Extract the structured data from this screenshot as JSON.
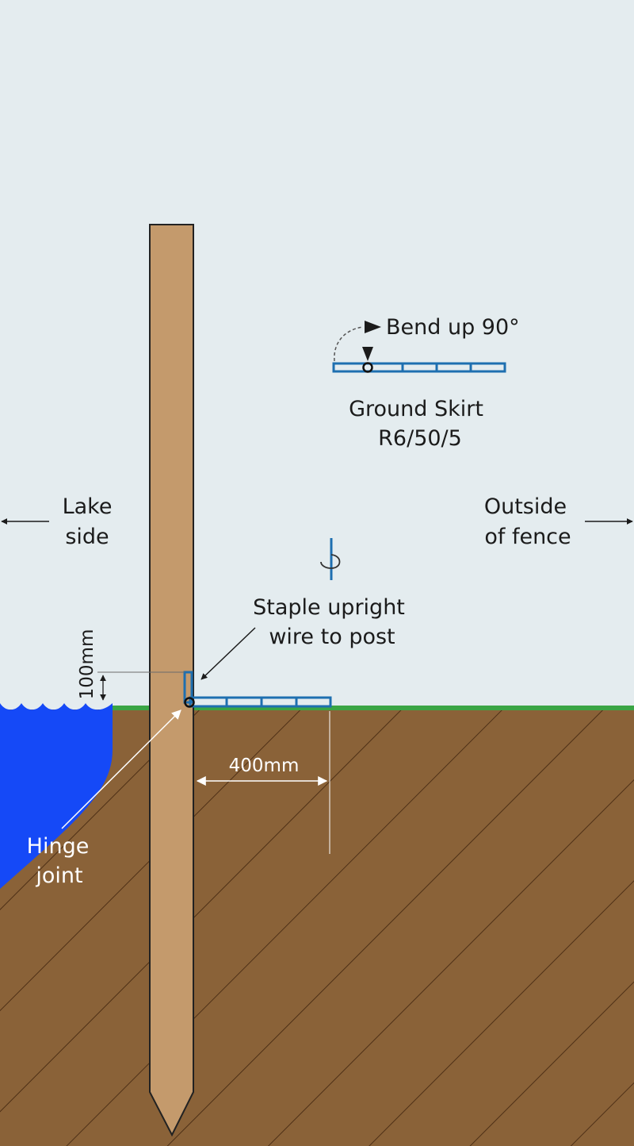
{
  "labels": {
    "bend_up": "Bend up 90°",
    "ground_skirt_line1": "Ground Skirt",
    "ground_skirt_line2": "R6/50/5",
    "lake_line1": "Lake",
    "lake_line2": "side",
    "outside_line1": "Outside",
    "outside_line2": "of fence",
    "staple_line1": "Staple upright",
    "staple_line2": "wire to post",
    "hinge_line1": "Hinge",
    "hinge_line2": "joint",
    "dim_height": "100mm",
    "dim_width": "400mm"
  },
  "colors": {
    "sky": "#e4ecef",
    "soil": "#8a6238",
    "soil_hatch": "#4e3016",
    "grass": "#3aa544",
    "water": "#1549f7",
    "post": "#c49a6c",
    "mesh": "#1e6fb0",
    "text_dark": "#1b1b1b",
    "text_light": "#ffffff"
  }
}
